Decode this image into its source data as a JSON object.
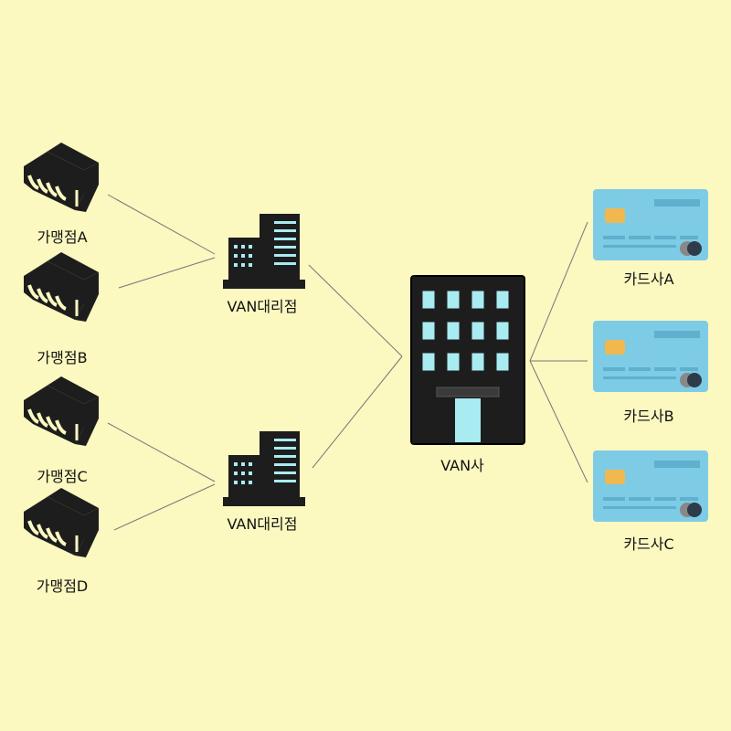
{
  "background": "#fbf8c0",
  "colors": {
    "icon_dark": "#1d1d1d",
    "window_cyan": "#a8ecf2",
    "card_blue": "#7ecbe6",
    "chip_gold": "#f0b84e",
    "line": "#777777"
  },
  "merchants": [
    {
      "label": "가맹점A",
      "icon": "store-awning-icon"
    },
    {
      "label": "가맹점B",
      "icon": "store-awning-icon"
    },
    {
      "label": "가맹점C",
      "icon": "store-awning-icon"
    },
    {
      "label": "가맹점D",
      "icon": "store-awning-icon"
    }
  ],
  "agencies": [
    {
      "label": "VAN대리점",
      "icon": "office-building-icon"
    },
    {
      "label": "VAN대리점",
      "icon": "office-building-icon"
    }
  ],
  "van": {
    "label": "VAN사",
    "icon": "tower-building-icon"
  },
  "card_companies": [
    {
      "label": "카드사A",
      "icon": "credit-card-icon"
    },
    {
      "label": "카드사B",
      "icon": "credit-card-icon"
    },
    {
      "label": "카드사C",
      "icon": "credit-card-icon"
    }
  ]
}
